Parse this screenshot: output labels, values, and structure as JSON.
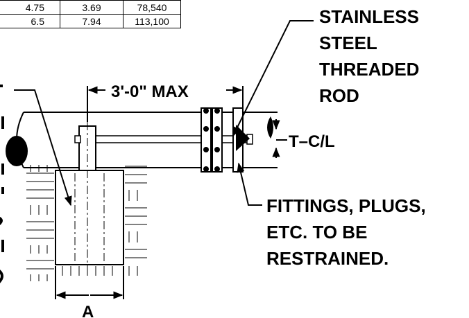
{
  "table": {
    "rows": [
      [
        "4.75",
        "3.69",
        "78,540"
      ],
      [
        "6.5",
        "7.94",
        "113,100"
      ]
    ]
  },
  "labels": {
    "rod_line1": "STAINLESS",
    "rod_line2": "STEEL",
    "rod_line3": "THREADED",
    "rod_line4": "ROD",
    "max_dim": "3'-0\" MAX",
    "tee_cl": "T–C/L",
    "fit_line1": "FITTINGS, PLUGS,",
    "fit_line2": "ETC. TO BE",
    "fit_line3": "RESTRAINED.",
    "dim_a": "A"
  },
  "colors": {
    "ink": "#000000",
    "paper": "#ffffff"
  }
}
